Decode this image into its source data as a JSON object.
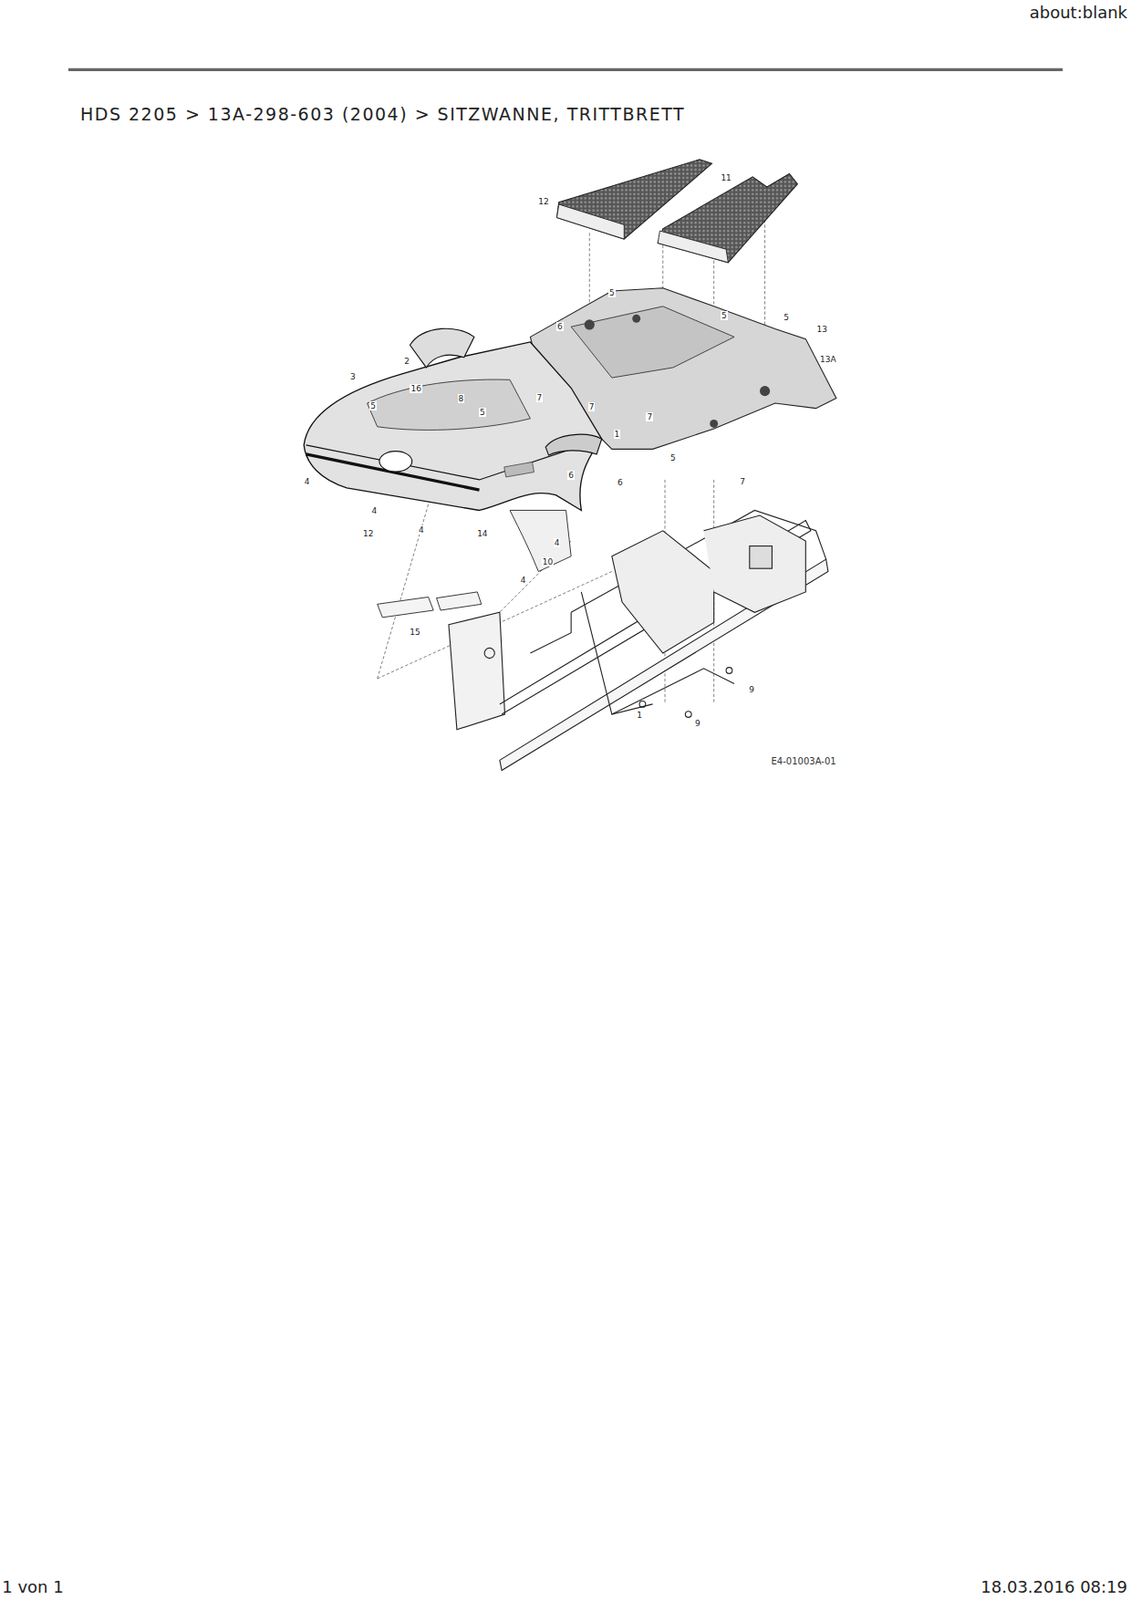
{
  "diagram": {
    "title": "HDS 2205 > 13A-298-603 (2004) > SITZWANNE, TRITTBRETT",
    "labels": [
      "about:blank",
      "12",
      "11",
      "5",
      "6",
      "5",
      "5",
      "13",
      "13A",
      "2",
      "3",
      "16",
      "8",
      "5",
      "5",
      "7",
      "7",
      "7",
      "1",
      "6",
      "6",
      "5",
      "7",
      "4",
      "12",
      "4",
      "4",
      "14",
      "10",
      "4",
      "4",
      "15",
      "9",
      "1",
      "9",
      "E4-01003A-01",
      "1 von 1",
      "18.03.2016 08:19"
    ]
  }
}
